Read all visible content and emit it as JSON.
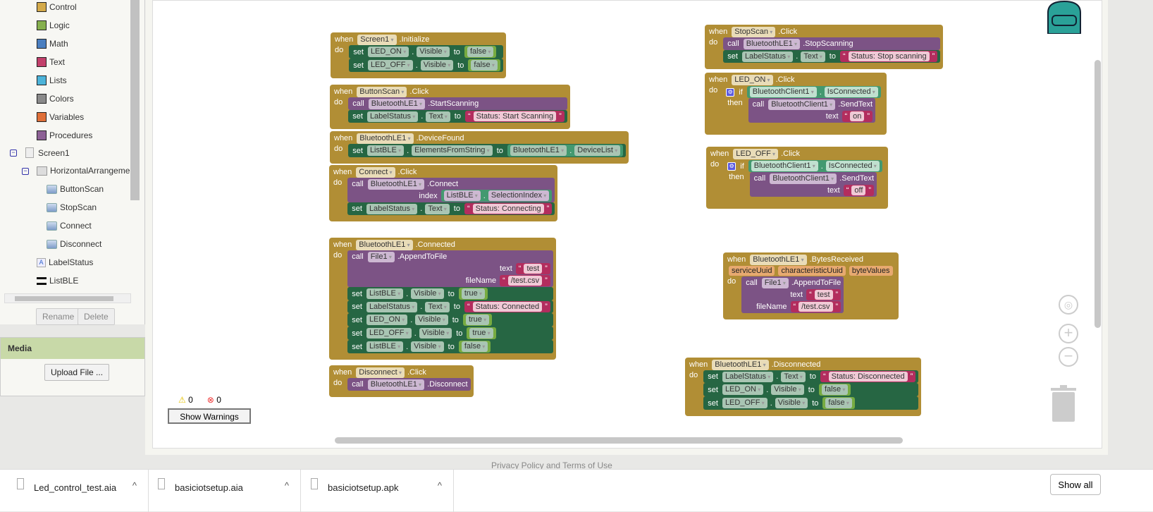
{
  "palette": {
    "builtins": [
      {
        "label": "Control",
        "color": "#d4aa4a"
      },
      {
        "label": "Logic",
        "color": "#86b04e"
      },
      {
        "label": "Math",
        "color": "#4b7fc0"
      },
      {
        "label": "Text",
        "color": "#c2406b"
      },
      {
        "label": "Lists",
        "color": "#4cb3d9"
      },
      {
        "label": "Colors",
        "color": "#8a8a8a"
      },
      {
        "label": "Variables",
        "color": "#df6f38"
      },
      {
        "label": "Procedures",
        "color": "#8d6195"
      }
    ],
    "screen": "Screen1",
    "arrangement": "HorizontalArrangemen",
    "buttons": [
      "ButtonScan",
      "StopScan",
      "Connect",
      "Disconnect"
    ],
    "label": "LabelStatus",
    "list": "ListBLE",
    "rename": "Rename",
    "delete": "Delete"
  },
  "media": {
    "title": "Media",
    "upload": "Upload File ..."
  },
  "kw": {
    "when": "when",
    "do": "do",
    "set": "set",
    "to": "to",
    "call": "call",
    "if": "if",
    "then": "then",
    "dot": "."
  },
  "warnings": {
    "warn_count": "0",
    "error_count": "0",
    "button": "Show Warnings"
  },
  "blocks": [
    {
      "comp": "Screen1",
      "event": ".Initialize",
      "body": [
        {
          "type": "set",
          "comp": "LED_ON",
          "prop": "Visible",
          "value": {
            "type": "bool",
            "v": "false"
          }
        },
        {
          "type": "set",
          "comp": "LED_OFF",
          "prop": "Visible",
          "value": {
            "type": "bool",
            "v": "false"
          }
        }
      ]
    },
    {
      "comp": "ButtonScan",
      "event": ".Click",
      "body": [
        {
          "type": "call",
          "comp": "BluetoothLE1",
          "method": ".StartScanning",
          "args": []
        },
        {
          "type": "set",
          "comp": "LabelStatus",
          "prop": "Text",
          "value": {
            "type": "str",
            "v": "Status: Start Scanning"
          }
        }
      ]
    },
    {
      "comp": "BluetoothLE1",
      "event": ".DeviceFound",
      "body": [
        {
          "type": "set",
          "comp": "ListBLE",
          "prop": "ElementsFromString",
          "value": {
            "type": "get",
            "comp": "BluetoothLE1",
            "prop": "DeviceList"
          }
        }
      ]
    },
    {
      "comp": "Connect",
      "event": ".Click",
      "body": [
        {
          "type": "call",
          "comp": "BluetoothLE1",
          "method": ".Connect",
          "args": [
            {
              "name": "index",
              "value": {
                "type": "get",
                "comp": "ListBLE",
                "prop": "SelectionIndex"
              }
            }
          ]
        },
        {
          "type": "set",
          "comp": "LabelStatus",
          "prop": "Text",
          "value": {
            "type": "str",
            "v": "Status: Connecting"
          }
        }
      ]
    },
    {
      "comp": "BluetoothLE1",
      "event": ".Connected",
      "body": [
        {
          "type": "call",
          "comp": "File1",
          "method": ".AppendToFile",
          "args": [
            {
              "name": "text",
              "value": {
                "type": "str",
                "v": "test"
              }
            },
            {
              "name": "fileName",
              "value": {
                "type": "str",
                "v": "/test.csv"
              }
            }
          ]
        },
        {
          "type": "set",
          "comp": "ListBLE",
          "prop": "Visible",
          "value": {
            "type": "bool",
            "v": "true"
          }
        },
        {
          "type": "set",
          "comp": "LabelStatus",
          "prop": "Text",
          "value": {
            "type": "str",
            "v": "Status: Connected"
          }
        },
        {
          "type": "set",
          "comp": "LED_ON",
          "prop": "Visible",
          "value": {
            "type": "bool",
            "v": "true"
          }
        },
        {
          "type": "set",
          "comp": "LED_OFF",
          "prop": "Visible",
          "value": {
            "type": "bool",
            "v": "true"
          }
        },
        {
          "type": "set",
          "comp": "ListBLE",
          "prop": "Visible",
          "value": {
            "type": "bool",
            "v": "false"
          }
        }
      ]
    },
    {
      "comp": "Disconnect",
      "event": ".Click",
      "body": [
        {
          "type": "call",
          "comp": "BluetoothLE1",
          "method": ".Disconnect",
          "args": []
        }
      ]
    },
    {
      "comp": "StopScan",
      "event": ".Click",
      "body": [
        {
          "type": "call",
          "comp": "BluetoothLE1",
          "method": ".StopScanning",
          "args": []
        },
        {
          "type": "set",
          "comp": "LabelStatus",
          "prop": "Text",
          "value": {
            "type": "str",
            "v": "Status: Stop scanning"
          }
        }
      ]
    },
    {
      "comp": "LED_ON",
      "event": ".Click",
      "body": [
        {
          "type": "if",
          "cond": {
            "type": "get",
            "comp": "BluetoothClient1",
            "prop": "IsConnected"
          },
          "then": [
            {
              "type": "call",
              "comp": "BluetoothClient1",
              "method": ".SendText",
              "args": [
                {
                  "name": "text",
                  "value": {
                    "type": "str",
                    "v": "on"
                  }
                }
              ]
            }
          ]
        }
      ]
    },
    {
      "comp": "LED_OFF",
      "event": ".Click",
      "body": [
        {
          "type": "if",
          "cond": {
            "type": "get",
            "comp": "BluetoothClient1",
            "prop": "IsConnected"
          },
          "then": [
            {
              "type": "call",
              "comp": "BluetoothClient1",
              "method": ".SendText",
              "args": [
                {
                  "name": "text",
                  "value": {
                    "type": "str",
                    "v": "off"
                  }
                }
              ]
            }
          ]
        }
      ]
    },
    {
      "comp": "BluetoothLE1",
      "event": ".BytesReceived",
      "params": [
        "serviceUuid",
        "characteristicUuid",
        "byteValues"
      ],
      "body": [
        {
          "type": "call",
          "comp": "File1",
          "method": ".AppendToFile",
          "args": [
            {
              "name": "text",
              "value": {
                "type": "str",
                "v": "test"
              }
            },
            {
              "name": "fileName",
              "value": {
                "type": "str",
                "v": "/test.csv"
              }
            }
          ]
        }
      ]
    },
    {
      "comp": "BluetoothLE1",
      "event": ".Disconnected",
      "body": [
        {
          "type": "set",
          "comp": "LabelStatus",
          "prop": "Text",
          "value": {
            "type": "str",
            "v": "Status: Disconnected"
          }
        },
        {
          "type": "set",
          "comp": "LED_ON",
          "prop": "Visible",
          "value": {
            "type": "bool",
            "v": "false"
          }
        },
        {
          "type": "set",
          "comp": "LED_OFF",
          "prop": "Visible",
          "value": {
            "type": "bool",
            "v": "false"
          }
        }
      ]
    }
  ],
  "footer": {
    "privacy": "Privacy Policy and Terms of Use"
  },
  "downloads": {
    "files": [
      "Led_control_test.aia",
      "basiciotsetup.aia",
      "basiciotsetup.apk"
    ],
    "show_all": "Show all"
  }
}
